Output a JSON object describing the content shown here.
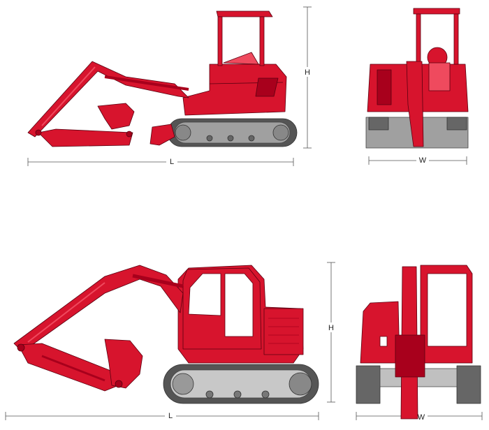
{
  "labels": {
    "top_length": "L",
    "top_height": "H",
    "top_width": "W",
    "bottom_length": "L",
    "bottom_height": "H",
    "bottom_width": "W"
  },
  "colors": {
    "body": "#d7142d",
    "body_dark": "#a8001c",
    "body_light": "#ef4a5e",
    "outline": "#5a0010",
    "track": "#8c8c8c",
    "track_dark": "#4a4a4a",
    "glass": "#ffffff",
    "dim_line": "#555555"
  }
}
